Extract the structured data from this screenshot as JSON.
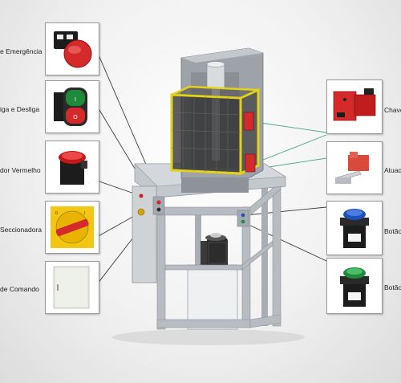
{
  "callouts": {
    "left": [
      {
        "label": "e Emergência"
      },
      {
        "label": "iga e Desliga"
      },
      {
        "label": "dor Vermelho"
      },
      {
        "label": "Seccionadora"
      },
      {
        "label": "de Comando"
      }
    ],
    "right": [
      {
        "label": "Chave"
      },
      {
        "label": "Atuad"
      },
      {
        "label": "Botão"
      },
      {
        "label": "Botão"
      }
    ]
  },
  "colors": {
    "leader_line": "#3a3a3a",
    "actuator_line": "#4aa58a",
    "frame_steel": "#b7bcc2",
    "guard_yellow": "#e2d21a",
    "interlock_red": "#d42a2a",
    "button_blue": "#1d4fb8",
    "button_green": "#1f8a3a"
  }
}
